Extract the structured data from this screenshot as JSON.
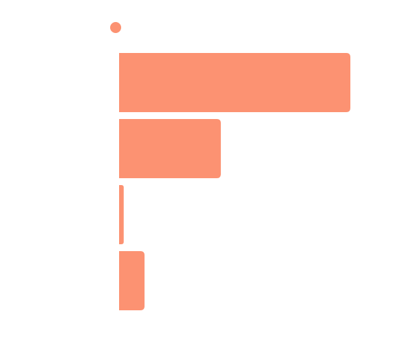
{
  "chart_data": {
    "type": "bar",
    "orientation": "horizontal",
    "categories": [
      "",
      "",
      "",
      ""
    ],
    "series": [
      {
        "values": [
          100,
          44,
          2,
          11
        ]
      }
    ],
    "title": "",
    "xlabel": "",
    "ylabel": "",
    "xlim": [
      0,
      100
    ],
    "grid": false,
    "legend": "top-left",
    "colors": {
      "bar": "#fc9272",
      "background": "#ffffff"
    }
  }
}
